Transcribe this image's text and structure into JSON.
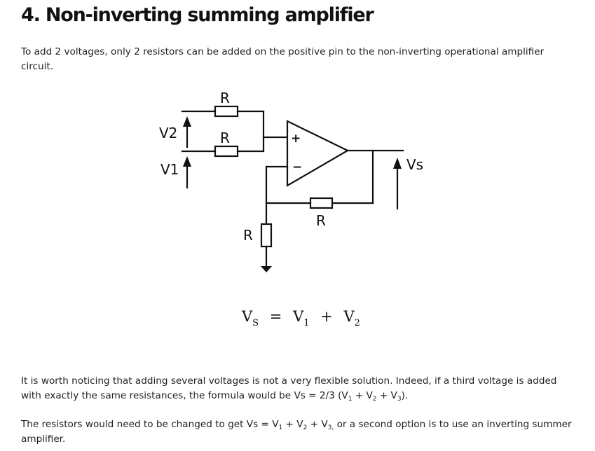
{
  "section": {
    "title": "4. Non-inverting summing amplifier"
  },
  "intro": "To add 2 voltages, only 2 resistors can be added on the positive pin to the non-inverting operational amplifier circuit.",
  "circuit": {
    "labels": {
      "r_top": "R",
      "r_middle": "R",
      "r_feedback": "R",
      "r_ground": "R",
      "v1": "V1",
      "v2": "V2",
      "vs": "Vs",
      "plus": "+",
      "minus": "−"
    }
  },
  "formula": {
    "lhs_v": "V",
    "lhs_sub": "S",
    "eq": "=",
    "t1_v": "V",
    "t1_sub": "1",
    "plus": "+",
    "t2_v": "V",
    "t2_sub": "2"
  },
  "para2": {
    "text": "It is worth noticing that adding several voltages is not a very flexible solution. Indeed, if a third voltage is added with exactly the same resistances, the formula would be Vs = 2/3 (V",
    "s1": "1",
    "m1": " + V",
    "s2": "2",
    "m2": " + V",
    "s3": "3",
    "end": ")."
  },
  "para3": {
    "text": "The resistors would need to be changed to get Vs = V",
    "s1": "1",
    "m1": " + V",
    "s2": "2",
    "m2": " + V",
    "s3": "3,",
    "end": " or a second option is to use an inverting summer amplifier."
  }
}
